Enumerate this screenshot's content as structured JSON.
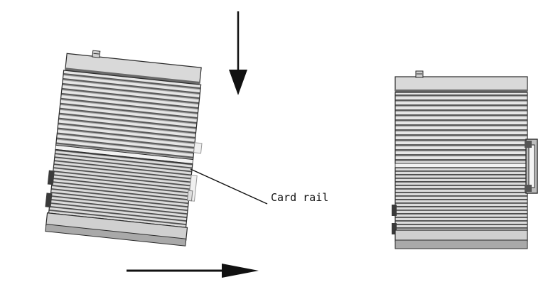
{
  "diagram": {
    "callout_label": "Card rail",
    "colors": {
      "background": "#ffffff",
      "outline": "#2a2a2a",
      "fin_light": "#e6e6e6",
      "fin_dark": "#5a5a5a",
      "cap": "#d9d9d9",
      "base": "#a9a9a9",
      "arrow": "#111111"
    },
    "arrows": [
      {
        "name": "down-arrow",
        "direction": "down"
      },
      {
        "name": "right-arrow",
        "direction": "right"
      }
    ],
    "devices": [
      {
        "name": "device-tilted",
        "state": "tilted, being mounted onto rail"
      },
      {
        "name": "device-mounted",
        "state": "mounted on rail"
      }
    ]
  }
}
